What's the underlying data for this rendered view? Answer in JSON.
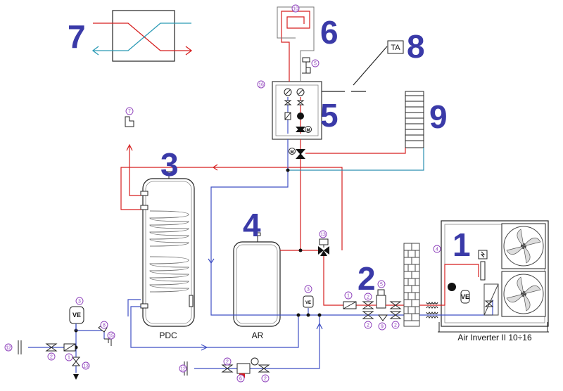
{
  "callouts": {
    "c1": "1",
    "c2": "2",
    "c3": "3",
    "c4": "4",
    "c5": "5",
    "c6": "6",
    "c7": "7",
    "c8": "8",
    "c9": "9"
  },
  "labels": {
    "pdc": "PDC",
    "ar": "AR",
    "heat_pump": "Air Inverter II 10÷16",
    "thermostat": "TA",
    "expansion_vessel": "VE"
  },
  "component_numbers": {
    "underfloor_coil": "10",
    "vent_top": "5",
    "manifold_tag": "16",
    "tank_vent": "7",
    "valve_tag": "13",
    "hp_tag": "4",
    "filter_tag": "1",
    "ball_valve": "2",
    "strainer": "9",
    "safety_valve": "8",
    "drain": "15",
    "water_inlet": "12",
    "mixing_valve": "6",
    "ve_tag": "3",
    "vent_mid": "5"
  },
  "colors": {
    "flow_hot": "#d61f1f",
    "return_cold": "#3f4fc4",
    "heat_exchanger": "#2a8fb0",
    "callout": "#3a3aa8",
    "tag": "#8a3ab9"
  }
}
